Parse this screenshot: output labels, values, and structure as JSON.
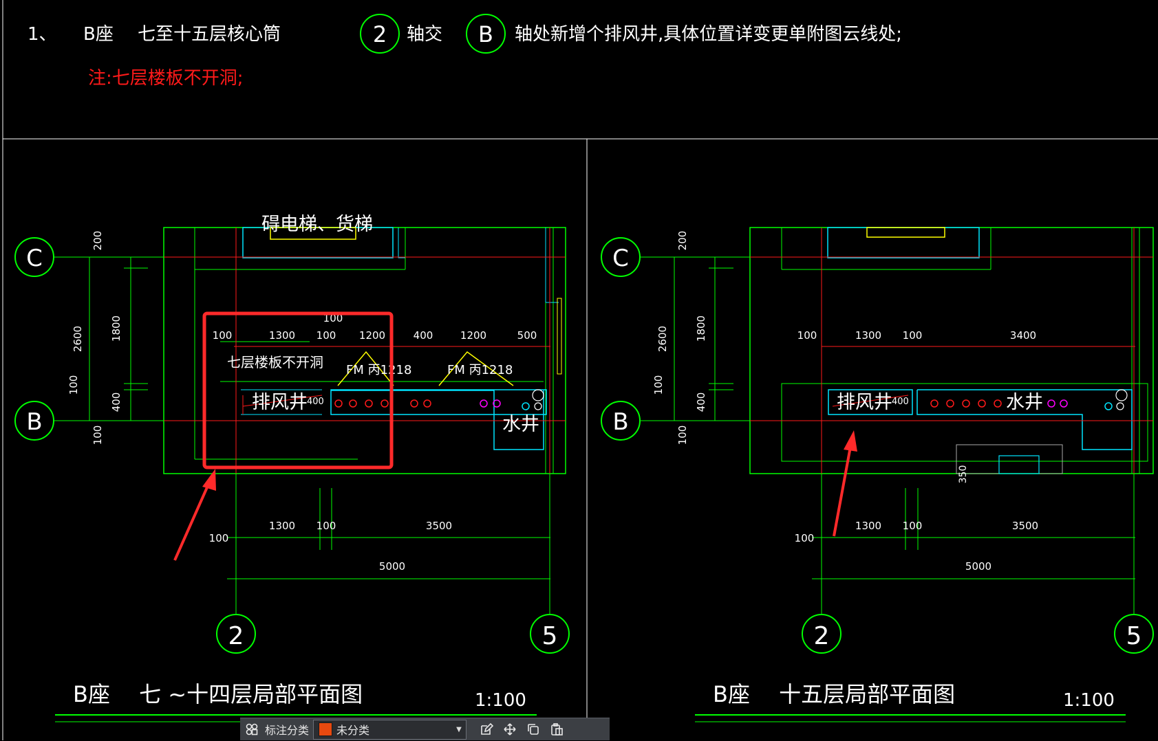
{
  "colors": {
    "background": "#000000",
    "axis": "#00ff00",
    "red": "#ff1a1a",
    "cyan": "#00e5ff",
    "yellow": "#ffff00",
    "white": "#ffffff",
    "magenta": "#ff00ff",
    "markup": "#ff2a2a",
    "layer_swatch": "#e8490f"
  },
  "header": {
    "item_no": "1、",
    "block": "B座",
    "floors": "七至十五层核心筒",
    "axis_a": "2",
    "axis_a_suffix": "轴交",
    "axis_b": "B",
    "description": "轴处新增个排风井,具体位置详变更单附图云线处;",
    "note": "注:七层楼板不开洞;"
  },
  "plan_left": {
    "elevator_label": "碍电梯、货梯",
    "shaft_label": "排风井",
    "water_label": "水井",
    "note_label": "七层楼板不开洞",
    "door1": "FM 丙1218",
    "door2": "FM 丙1218",
    "dims_top": [
      "100",
      "1300",
      "100",
      "1200",
      "400",
      "1200",
      "500"
    ],
    "dim_top_extra": "100",
    "dims_left": [
      "200",
      "1800",
      "2600",
      "100",
      "400",
      "100"
    ],
    "shaft_dim": "400",
    "dims_bottom": [
      "100",
      "1300",
      "100",
      "3500"
    ],
    "dim_total": "5000",
    "axis_C": "C",
    "axis_B": "B",
    "axis_2": "2",
    "axis_5": "5",
    "title": "B座　 七 ~十四层局部平面图",
    "scale": "1:100"
  },
  "plan_right": {
    "shaft_label": "排风井",
    "water_label": "水井",
    "dims_top": [
      "100",
      "1300",
      "100",
      "3400"
    ],
    "dims_left": [
      "200",
      "1800",
      "2600",
      "100",
      "400",
      "100"
    ],
    "shaft_dim": "400",
    "dim_350": "350",
    "dims_bottom": [
      "100",
      "1300",
      "100",
      "3500"
    ],
    "dim_total": "5000",
    "axis_C": "C",
    "axis_B": "B",
    "axis_2": "2",
    "axis_5": "5",
    "title": "B座　 十五层局部平面图",
    "scale": "1:100"
  },
  "toolbar": {
    "grid_icon": "grid-icon",
    "category_label": "标注分类",
    "category_value": "未分类",
    "edit_icon": "edit-icon",
    "move_icon": "move-icon",
    "copy_icon": "copy-icon",
    "paste_icon": "paste-icon"
  }
}
